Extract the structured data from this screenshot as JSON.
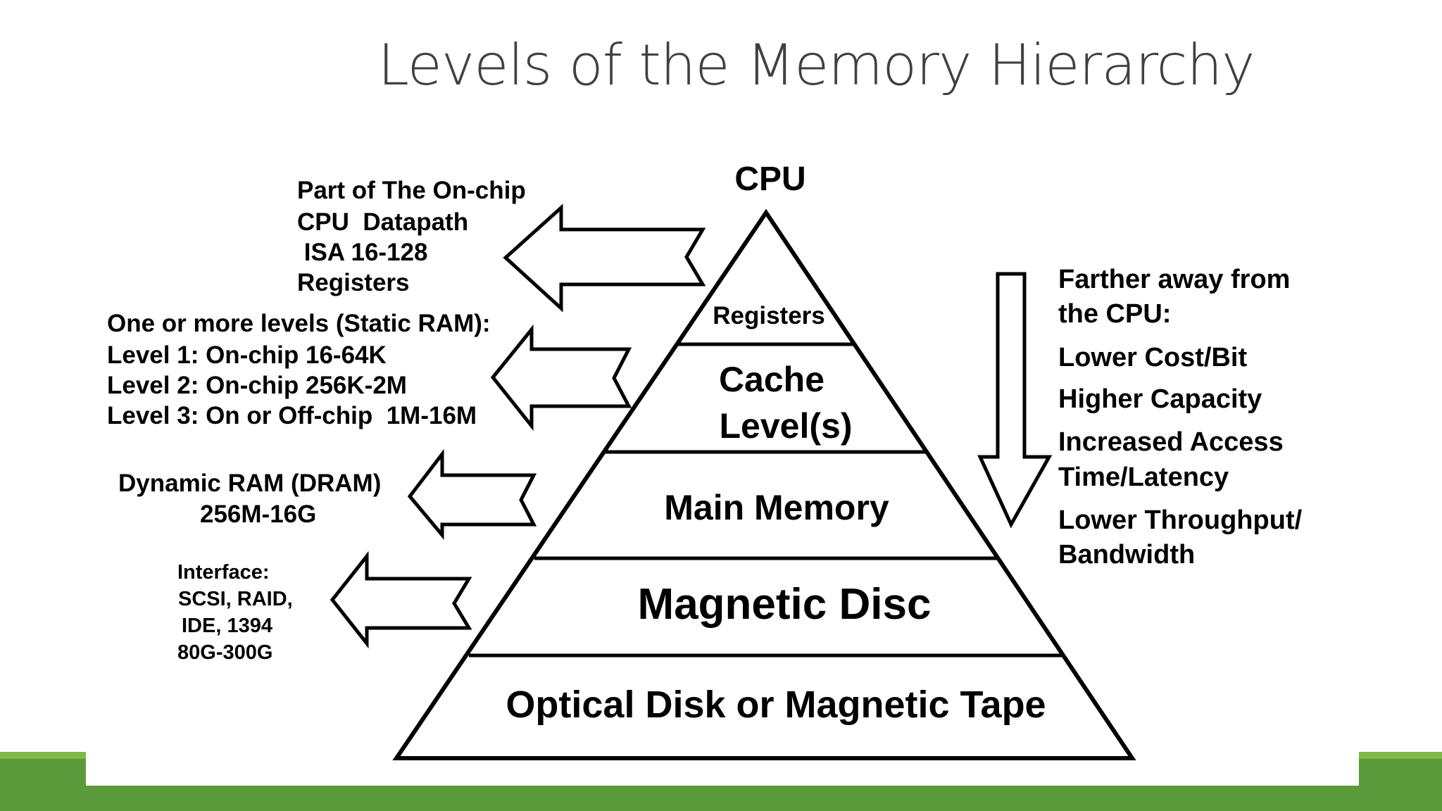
{
  "slide": {
    "title": "Levels of the Memory Hierarchy",
    "accent_color": "#5b9a3a",
    "accent_light_color": "#7dbb44"
  },
  "diagram": {
    "top_label": "CPU",
    "levels": [
      {
        "label_lines": [
          "Registers"
        ]
      },
      {
        "label_lines": [
          "Cache",
          "Level(s)"
        ]
      },
      {
        "label_lines": [
          "Main Memory"
        ]
      },
      {
        "label_lines": [
          "Magnetic Disc"
        ]
      },
      {
        "label_lines": [
          "Optical Disk or Magnetic Tape"
        ]
      }
    ],
    "annotations": [
      {
        "lines": [
          "Part of The On-chip",
          "CPU  Datapath",
          " ISA 16-128",
          "Registers"
        ]
      },
      {
        "lines": [
          "One or more levels (Static RAM):",
          "Level 1: On-chip 16-64K",
          "Level 2: On-chip 256K-2M",
          "Level 3: On or Off-chip  1M-16M"
        ]
      },
      {
        "lines": [
          "Dynamic RAM (DRAM)",
          "256M-16G"
        ]
      },
      {
        "lines": [
          "Interface:",
          "SCSI, RAID,",
          "IDE, 1394",
          "80G-300G"
        ]
      }
    ],
    "right_panel": {
      "heading_lines": [
        "Farther away from",
        "the CPU:"
      ],
      "items": [
        [
          "Lower Cost/Bit"
        ],
        [
          "Higher Capacity"
        ],
        [
          "Increased Access",
          "Time/Latency"
        ],
        [
          "Lower Throughput/",
          "Bandwidth"
        ]
      ]
    }
  }
}
